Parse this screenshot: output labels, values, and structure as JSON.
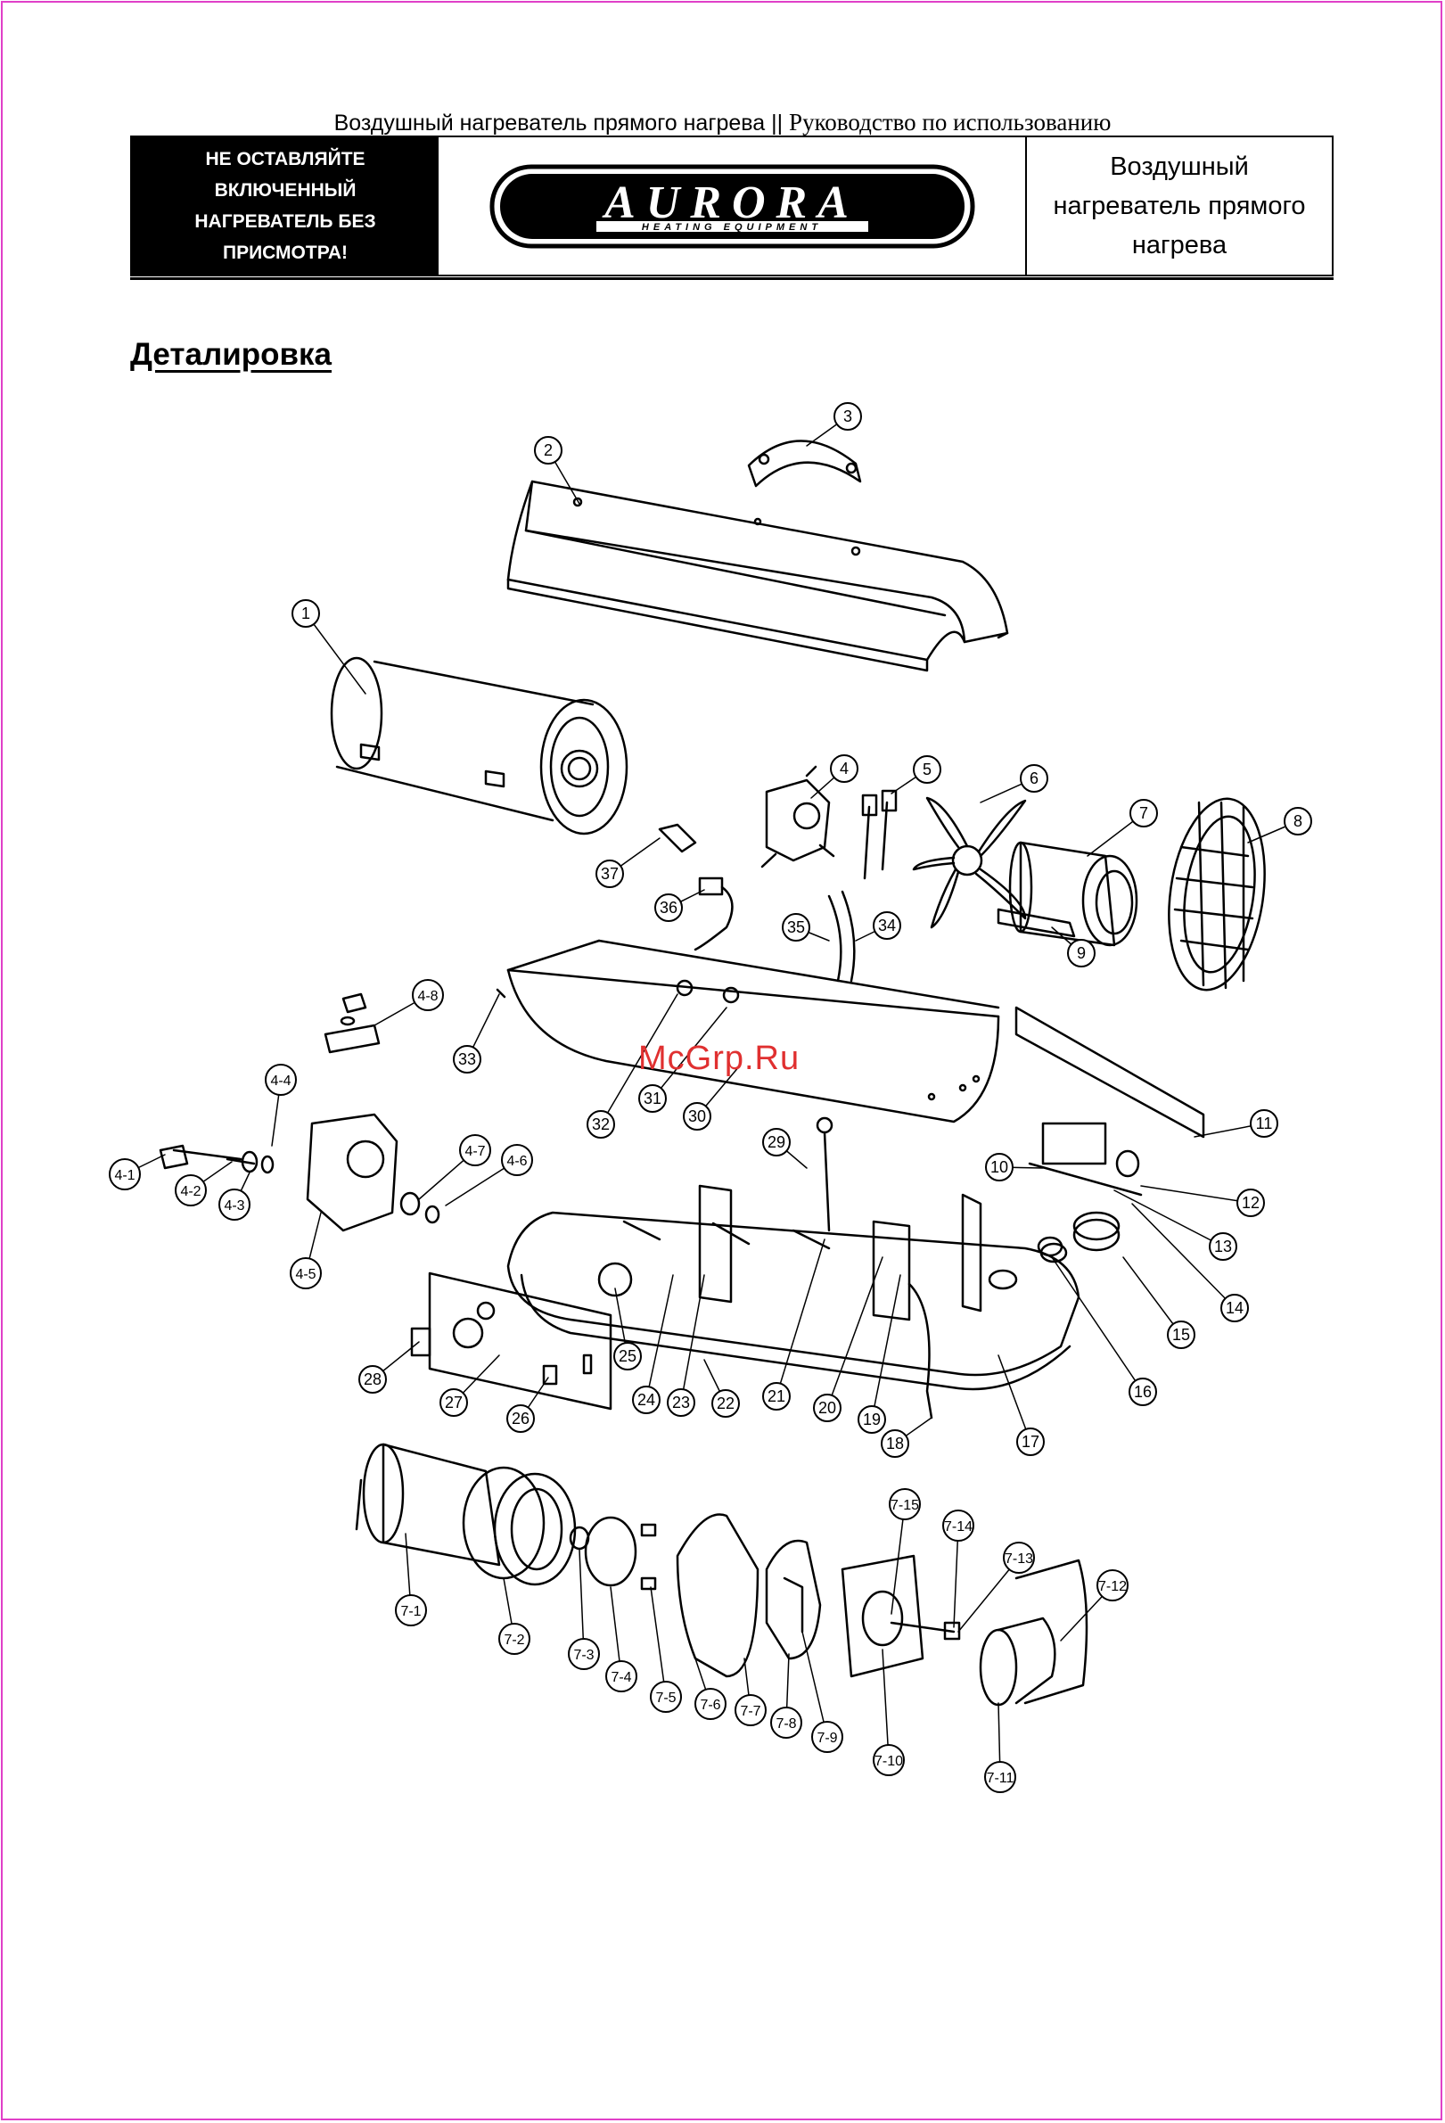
{
  "running_header": {
    "part_a": "Воздушный нагреватель прямого нагрева ||",
    "part_b": "Руководство по использованию"
  },
  "warning": {
    "lines": [
      "НЕ ОСТАВЛЯЙТЕ",
      "ВКЛЮЧЕННЫЙ",
      "НАГРЕВАТЕЛЬ БЕЗ",
      "ПРИСМОТРА!"
    ]
  },
  "logo": {
    "brand": "AURORA",
    "tagline": "HEATING EQUIPMENT"
  },
  "product_title": {
    "lines": [
      "Воздушный",
      "нагреватель прямого",
      "нагрева"
    ]
  },
  "section_title": "Деталировка",
  "watermark": "McGrp.Ru",
  "callouts": [
    "1",
    "2",
    "3",
    "4",
    "5",
    "6",
    "7",
    "8",
    "9",
    "10",
    "11",
    "12",
    "13",
    "14",
    "15",
    "16",
    "17",
    "18",
    "19",
    "20",
    "21",
    "22",
    "23",
    "24",
    "25",
    "26",
    "27",
    "28",
    "29",
    "30",
    "31",
    "32",
    "33",
    "34",
    "35",
    "36",
    "37",
    "4-1",
    "4-2",
    "4-3",
    "4-4",
    "4-5",
    "4-6",
    "4-7",
    "4-8",
    "7-1",
    "7-2",
    "7-3",
    "7-4",
    "7-5",
    "7-6",
    "7-7",
    "7-8",
    "7-9",
    "7-10",
    "7-11",
    "7-12",
    "7-13",
    "7-14",
    "7-15"
  ],
  "colors": {
    "page_border": "#e040c8",
    "watermark": "#e03030",
    "ink": "#000000"
  }
}
